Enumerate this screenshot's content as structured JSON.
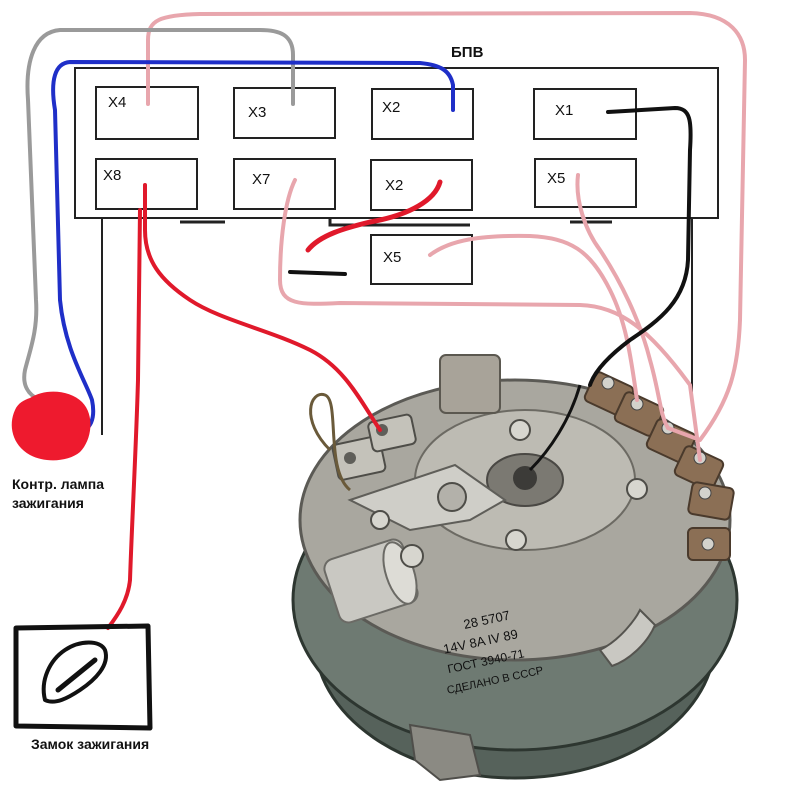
{
  "diagram": {
    "unit_title": "БПВ",
    "terminals_top": [
      "X4",
      "X3",
      "X2",
      "X1"
    ],
    "terminals_bottom": [
      "X8",
      "X7",
      "X2",
      "X5"
    ],
    "terminal_lower": "X5",
    "control_lamp_label_line1": "Контр. лампа",
    "control_lamp_label_line2": "зажигания",
    "ignition_lock_label": "Замок зажигания",
    "distributor_plate": {
      "line1": "28   5707",
      "line2": "14V  8A   IV 89",
      "line3": "ГОСТ 3940-71",
      "line4": "СДЕЛАНО В СССР"
    }
  },
  "colors": {
    "wire_pink": "#e8a6ad",
    "wire_gray": "#9a9a9a",
    "wire_blue": "#1f2fc8",
    "wire_red": "#e0192b",
    "wire_black": "#111111",
    "lamp_red": "#ee1a2e",
    "distributor_metal": "#9e9c94",
    "distributor_rim": "#4d5a52"
  }
}
